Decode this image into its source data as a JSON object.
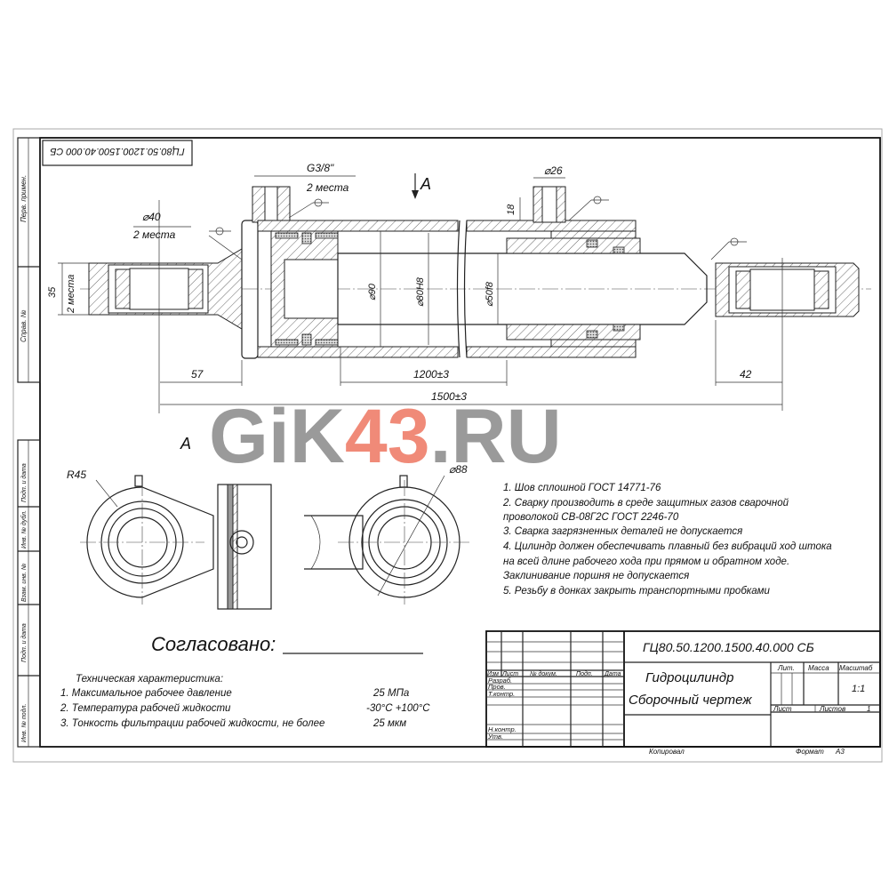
{
  "stamp_code_rotated": "ГЦ80.50.1200.1500.40.000 СБ",
  "side_strip": {
    "perv_primen": "Перв. примен.",
    "sprav_no": "Справ. №",
    "podp_data_1": "Подп. и дата",
    "inv_dubl": "Инв. № дубл.",
    "vzam_inv": "Взам. инв. №",
    "podp_data_2": "Подп. и дата",
    "inv_podl": "Инв. № подл."
  },
  "dimensions": {
    "thread": "G3/8\"",
    "thread_places": "2 места",
    "eye_dia": "⌀40",
    "eye_places": "2 места",
    "eye_width": "35",
    "eye_width_places": "2 места",
    "port_dia": "⌀26",
    "port_height": "18",
    "bore_outer": "⌀90",
    "bore_inner": "⌀80H8",
    "rod_dia": "⌀50f8",
    "left_offset": "57",
    "stroke": "1200±3",
    "total_length": "1500±3",
    "right_offset": "42",
    "view_radius": "R45",
    "view_dia": "⌀88"
  },
  "view_label": "A",
  "section_arrow_label": "A",
  "watermark": {
    "part1": "GiK",
    "part2": "43",
    "part3": ".RU",
    "gray": "#9a9a9a",
    "accent": "#f08a78"
  },
  "notes": [
    "1. Шов сплошной  ГОСТ 14771-76",
    "2. Сварку  производить  в  среде  защитных  газов  сварочной",
    "проволокой СВ-08Г2С   ГОСТ 2246-70",
    "3. Сварка загрязненных деталей не допускается",
    "4. Цилиндр должен обеспечивать плавный без вибраций ход штока",
    "на  всей  длине  рабочего  хода  при  прямом  и  обратном  ходе.",
    "Заклинивание поршня не допускается",
    "5. Резьбу в донках закрыть транспортными пробками"
  ],
  "approval": "Согласовано:",
  "tech": {
    "title": "Техническая характеристика:",
    "items": [
      {
        "label": "1. Максимальное рабочее давление",
        "value": "25 МПа"
      },
      {
        "label": "2. Температура рабочей жидкости",
        "value": "-30°С +100°С"
      },
      {
        "label": "3. Тонкость фильтрации рабочей жидкости, не более",
        "value": "25 мкм"
      }
    ]
  },
  "title_block": {
    "code": "ГЦ80.50.1200.1500.40.000 СБ",
    "name_line1": "Гидроцилиндр",
    "name_line2": "Сборочный чертеж",
    "col_izm": "Изм",
    "col_list": "Лист",
    "col_doc": "№ докум.",
    "col_podp": "Подп.",
    "col_data": "Дата",
    "row_razrab": "Разраб.",
    "row_prov": "Пров.",
    "row_tkontr": "Т.контр.",
    "row_nkontr": "Н.контр.",
    "row_utv": "Утв.",
    "lit": "Лит.",
    "massa": "Масса",
    "masshtab": "Масштаб",
    "scale_value": "1:1",
    "sheet": "Лист",
    "sheets": "Листов",
    "sheets_value": "1",
    "copied": "Копировал",
    "format_label": "Формат",
    "format_value": "А3"
  }
}
